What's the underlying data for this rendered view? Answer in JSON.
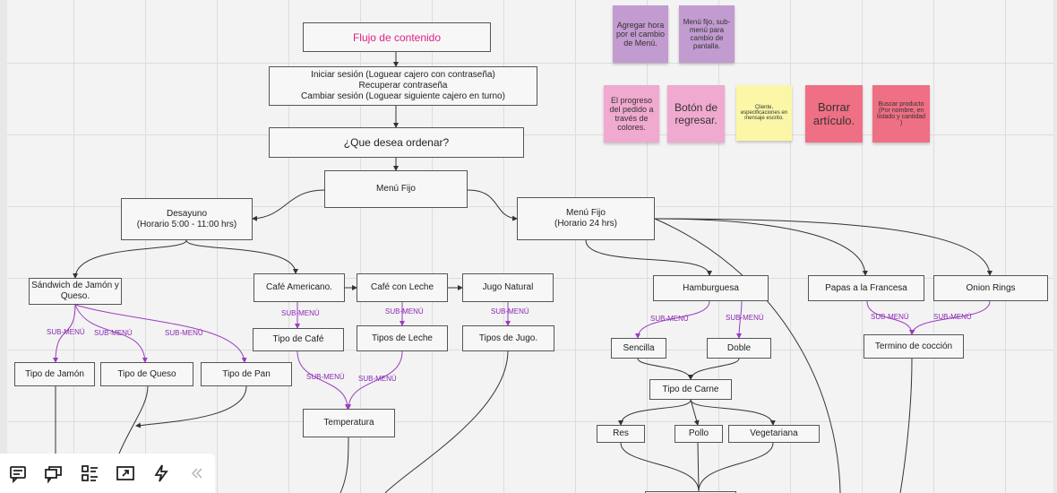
{
  "title": "Flujo de contenido",
  "login": "Iniciar sesión (Loguear cajero con contraseña)\nRecuperar contraseña\nCambiar sesión (Loguear siguiente cajero en turno)",
  "question": "¿Que desea ordenar?",
  "menu_fijo": "Menú Fijo",
  "desayuno": "Desayuno\n(Horario 5:00 - 11:00 hrs)",
  "menu_24": "Menú Fijo\n(Horario 24 hrs)",
  "sandwich": "Sándwich de Jamón y Queso.",
  "cafe_americano": "Café Americano.",
  "cafe_leche": "Café con Leche",
  "jugo": "Jugo Natural",
  "tipo_jamon": "Tipo de Jamón",
  "tipo_queso": "Tipo de Queso",
  "tipo_pan": "Tipo de Pan",
  "tipo_cafe": "Tipo de Café",
  "tipos_leche": "Tipos de Leche",
  "tipos_jugo": "Tipos de Jugo.",
  "temperatura": "Temperatura",
  "hamburguesa": "Hamburguesa",
  "papas": "Papas a la Francesa",
  "onion": "Onion Rings",
  "sencilla": "Sencilla",
  "doble": "Doble",
  "termino": "Termino de cocción",
  "tipo_carne": "Tipo de Carne",
  "res": "Res",
  "pollo": "Pollo",
  "vegetariana": "Vegetariana",
  "submenu": "SUB-MENÚ",
  "stickies": {
    "s1": "Agregar hora por el cambio de Menú.",
    "s2": "Menú fijo, sub-menú para cambio de pantalla.",
    "s3": "El progreso del pedido a través de colores.",
    "s4": "Botón de regresar.",
    "s5": "Cliente, especificaciones en mensaje escrito.",
    "s6": "Borrar artículo.",
    "s7": "Buscar producto\n(Por nombre, en listado y cantidad )"
  },
  "colors": {
    "purple": "#c29bd0",
    "pink": "#f0a9cf",
    "yellow": "#fbf7a6",
    "red": "#ef6f84",
    "submenu": "#8a2bb0"
  },
  "toolbar_icons": [
    "comment-icon",
    "chat-icon",
    "card-list-icon",
    "share-icon",
    "lightning-icon",
    "collapse-icon"
  ]
}
